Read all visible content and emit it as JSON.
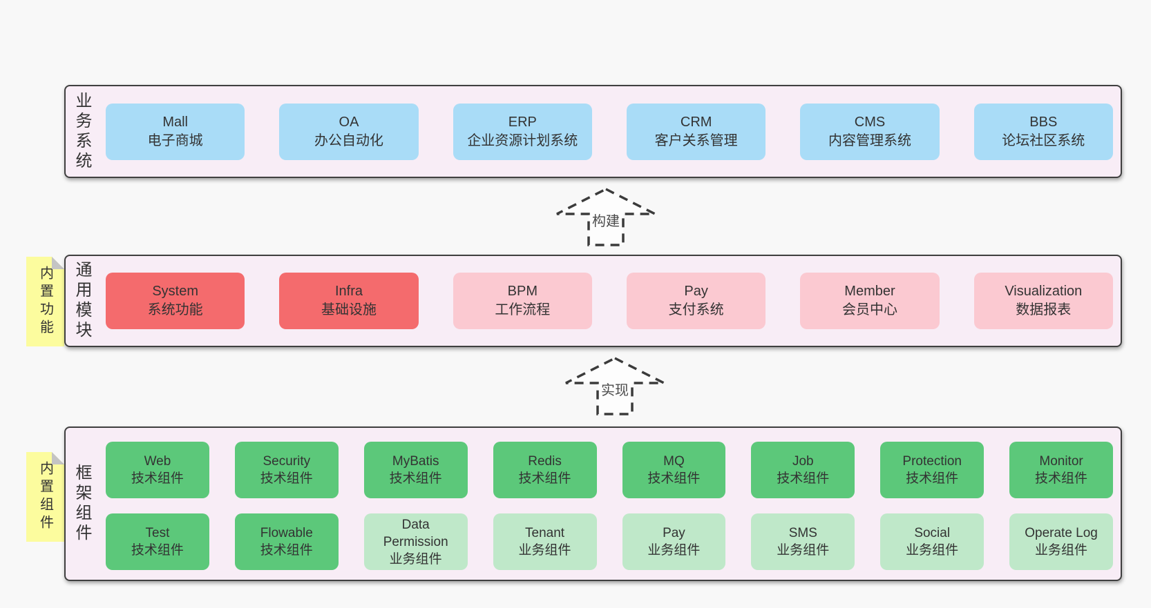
{
  "sections": [
    {
      "label": "业务系统",
      "boxes": [
        {
          "title": "Mall",
          "subtitle": "电子商城"
        },
        {
          "title": "OA",
          "subtitle": "办公自动化"
        },
        {
          "title": "ERP",
          "subtitle": "企业资源计划系统"
        },
        {
          "title": "CRM",
          "subtitle": "客户关系管理"
        },
        {
          "title": "CMS",
          "subtitle": "内容管理系统"
        },
        {
          "title": "BBS",
          "subtitle": "论坛社区系统"
        }
      ]
    },
    {
      "label": "通用模块",
      "note": "内置功能",
      "boxes": [
        {
          "title": "System",
          "subtitle": "系统功能"
        },
        {
          "title": "Infra",
          "subtitle": "基础设施"
        },
        {
          "title": "BPM",
          "subtitle": "工作流程"
        },
        {
          "title": "Pay",
          "subtitle": "支付系统"
        },
        {
          "title": "Member",
          "subtitle": "会员中心"
        },
        {
          "title": "Visualization",
          "subtitle": "数据报表"
        }
      ]
    },
    {
      "label": "框架组件",
      "note": "内置组件",
      "rows": [
        [
          {
            "title": "Web",
            "subtitle": "技术组件"
          },
          {
            "title": "Security",
            "subtitle": "技术组件"
          },
          {
            "title": "MyBatis",
            "subtitle": "技术组件"
          },
          {
            "title": "Redis",
            "subtitle": "技术组件"
          },
          {
            "title": "MQ",
            "subtitle": "技术组件"
          },
          {
            "title": "Job",
            "subtitle": "技术组件"
          },
          {
            "title": "Protection",
            "subtitle": "技术组件"
          },
          {
            "title": "Monitor",
            "subtitle": "技术组件"
          }
        ],
        [
          {
            "title": "Test",
            "subtitle": "技术组件"
          },
          {
            "title": "Flowable",
            "subtitle": "技术组件"
          },
          {
            "title": "Data Permission",
            "subtitle": "业务组件"
          },
          {
            "title": "Tenant",
            "subtitle": "业务组件"
          },
          {
            "title": "Pay",
            "subtitle": "业务组件"
          },
          {
            "title": "SMS",
            "subtitle": "业务组件"
          },
          {
            "title": "Social",
            "subtitle": "业务组件"
          },
          {
            "title": "Operate Log",
            "subtitle": "业务组件"
          }
        ]
      ]
    }
  ],
  "arrows": [
    {
      "label": "构建"
    },
    {
      "label": "实现"
    }
  ],
  "colors": {
    "page_background": "#f8f8f8",
    "panel_background": "#f8edf6",
    "panel_border": "#3f3f3f",
    "business_box": "#a9dcf7",
    "core_module_box": "#f46b6d",
    "optional_module_box": "#fbc9d1",
    "tech_component_box": "#5cc87a",
    "biz_component_box": "#bfe8c9",
    "sticky_note": "#fcfc9e",
    "note_fold": "#c4c4c4",
    "text": "#333333"
  }
}
